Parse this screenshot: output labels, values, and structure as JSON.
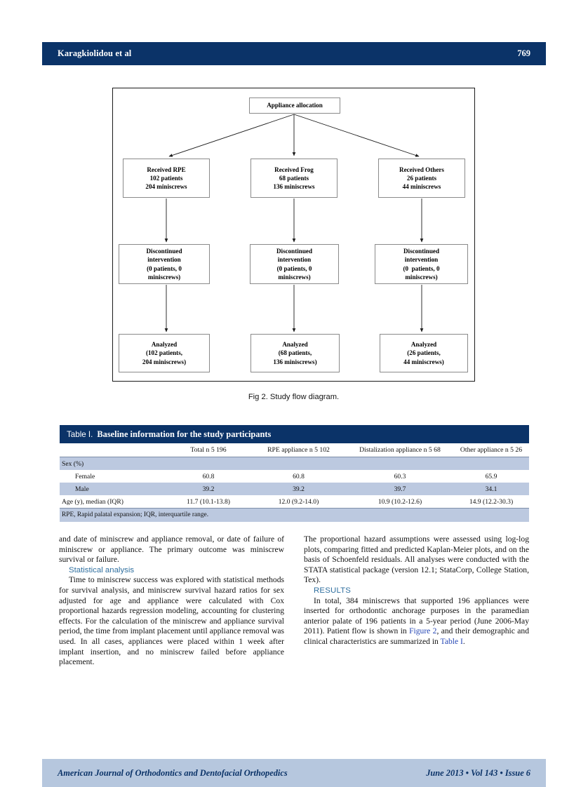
{
  "running_head": {
    "author": "Karagkiolidou et al",
    "page_number": "769"
  },
  "figure": {
    "caption": "Fig 2.  Study flow diagram.",
    "nodes": {
      "root": "Appliance allocation",
      "rpe": {
        "line1": "Received RPE",
        "line2": "102 patients",
        "line3": "204 miniscrews"
      },
      "frog": {
        "line1": "Received Frog",
        "line2": "68 patients",
        "line3": "136 miniscrews"
      },
      "other": {
        "line1": "Received Others",
        "line2": "26 patients",
        "line3": "44 miniscrews"
      },
      "disc1": {
        "line1": "Discontinued",
        "line2": "intervention",
        "line3": "(0 patients, 0",
        "line4": "miniscrews)"
      },
      "disc2": {
        "line1": "Discontinued",
        "line2": "intervention",
        "line3": "(0 patients, 0",
        "line4": "miniscrews)"
      },
      "disc3": {
        "line1": "Discontinued",
        "line2": "intervention",
        "line3": "(0  patients, 0",
        "line4": "miniscrews)"
      },
      "analyzed1": {
        "line1": "Analyzed",
        "line2": "(102 patients,",
        "line3": "204 miniscrews)"
      },
      "analyzed2": {
        "line1": "Analyzed",
        "line2": "(68 patients,",
        "line3": "136 miniscrews)"
      },
      "analyzed3": {
        "line1": "Analyzed",
        "line2": "(26 patients,",
        "line3": "44 miniscrews)"
      }
    }
  },
  "table": {
    "label": "Table I.",
    "title": "Baseline information for the study participants",
    "columns": [
      "",
      "Total n 5  196",
      "RPE appliance n 5  102",
      "Distalization appliance n 5  68",
      "Other  appliance n 5  26"
    ],
    "rows": [
      {
        "label": "Sex (%)",
        "values": [
          "",
          "",
          "",
          ""
        ]
      },
      {
        "label": "Female",
        "values": [
          "60.8",
          "60.8",
          "60.3",
          "65.9"
        ]
      },
      {
        "label": "Male",
        "values": [
          "39.2",
          "39.2",
          "39.7",
          "34.1"
        ]
      },
      {
        "label": "Age (y), median (IQR)",
        "values": [
          "11.7 (10.1-13.8)",
          "12.0 (9.2-14.0)",
          "10.9 (10.2-12.6)",
          "14.9 (12.2-30.3)"
        ]
      }
    ],
    "footnote": "RPE, Rapid palatal expansion; IQR, interquartile range."
  },
  "body": {
    "left": {
      "para1": "and date of miniscrew and appliance removal, or date of failure of miniscrew or appliance. The primary outcome was miniscrew survival or failure.",
      "heading": "Statistical analysis",
      "para2": "Time to miniscrew success was explored with statistical methods for survival analysis, and miniscrew survival hazard ratios for sex adjusted for age and appliance were calculated with Cox proportional hazards regression modeling, accounting for clustering effects. For the calculation of the miniscrew and appliance survival period, the time from implant placement until appliance removal was used. In all cases, appliances were placed within 1 week after implant insertion, and no miniscrew failed before appliance placement."
    },
    "right": {
      "para1": "The proportional hazard assumptions were assessed using log-log plots, comparing fitted and predicted Kaplan-Meier plots, and on the basis of Schoenfeld residuals. All analyses were conducted with the STATA statistical package (version 12.1; StataCorp, College Station, Tex).",
      "heading": "RESULTS",
      "para2_part1": "In total, 384 miniscrews that supported 196 appliances were inserted for orthodontic anchorage purposes in the paramedian anterior palate of 196 patients in a 5-year period (June 2006-May 2011). Patient flow is shown in ",
      "link_figure": "Figure 2",
      "para2_part2": ", and their demographic and clinical characteristics are summarized in ",
      "link_table": "Table I",
      "para2_part3": "."
    }
  },
  "footer": {
    "journal": "American Journal of Orthodontics and Dentofacial Orthopedics",
    "issue": "June 2013 • Vol 143 • Issue 6"
  },
  "colors": {
    "navy": "#0b3368",
    "table_shade": "#bcc9e0",
    "footer_band": "#b6c7de",
    "section_heading": "#2f6f9f",
    "link": "#2647b5"
  }
}
